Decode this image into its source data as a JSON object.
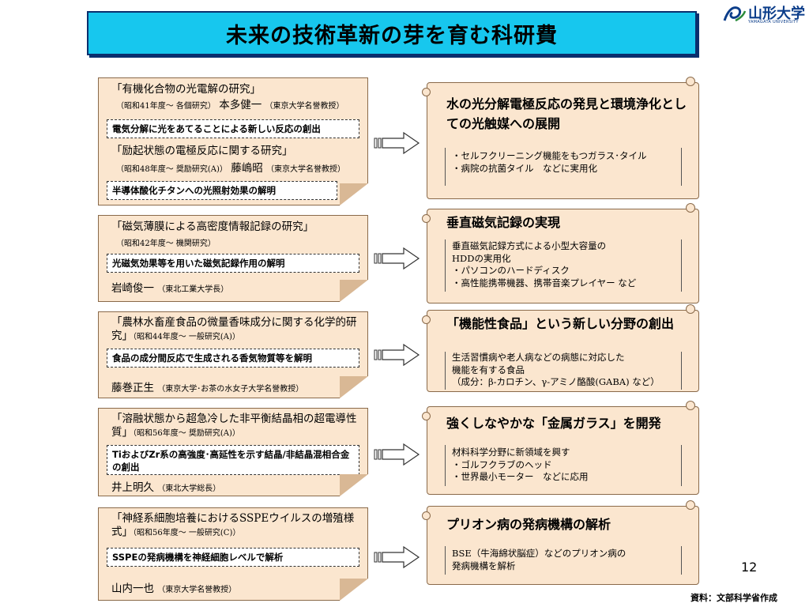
{
  "title": "未来の技術革新の芽を育む科研費",
  "logo": {
    "name": "山形大学",
    "subname": "YAMAGATA UNIVERSITY"
  },
  "page_number": "12",
  "source": "資料：文部科学省作成",
  "rows": [
    {
      "left": {
        "title1": "「有機化合物の光電解の研究」",
        "meta1a": "（昭和41年度～ 各個研究）",
        "person1": "本多健一",
        "affil1": "（東京大学名誉教授）",
        "highlight1": "電気分解に光をあてることによる新しい反応の創出",
        "title2": "「励起状態の電極反応に関する研究」",
        "meta2a": "（昭和48年度～ 奨励研究(A)）",
        "person2": "藤嶋昭",
        "affil2": "（東京大学名誉教授）",
        "highlight2": "半導体酸化チタンへの光照射効果の解明"
      },
      "right": {
        "heading": "水の光分解電極反応の発見と環境浄化としての光触媒への展開",
        "desc": [
          "・セルフクリーニング機能をもつガラス･タイル",
          "・病院の抗菌タイル　などに実用化"
        ]
      }
    },
    {
      "left": {
        "title1": "「磁気薄膜による高密度情報記録の研究」",
        "meta1a": "（昭和42年度～ 機関研究）",
        "highlight1": "光磁気効果等を用いた磁気記録作用の解明",
        "person1": "岩崎俊一",
        "affil1": "（東北工業大学長）"
      },
      "right": {
        "heading": "垂直磁気記録の実現",
        "desc": [
          "垂直磁気記録方式による小型大容量の",
          "HDDの実用化",
          "・パソコンのハードディスク",
          "・高性能携帯機器、携帯音楽プレイヤー など"
        ]
      }
    },
    {
      "left": {
        "title1": "「農林水畜産食品の微量香味成分に関する化学的研究」",
        "meta1a": "（昭和44年度～ 一般研究(A)）",
        "highlight1": "食品の成分間反応で生成される香気物質等を解明",
        "person1": "藤巻正生",
        "affil1": "（東京大学･お茶の水女子大学名誉教授）"
      },
      "right": {
        "heading": "「機能性食品」という新しい分野の創出",
        "desc": [
          "生活習慣病や老人病などの病態に対応した",
          "機能を有する食品",
          "（成分：β-カロチン、γ-アミノ酪酸(GABA) など）"
        ]
      }
    },
    {
      "left": {
        "title1": "「溶融状態から超急冷した非平衡結晶相の超電導性質」",
        "meta1a": "（昭和56年度～ 奨励研究(A)）",
        "highlight1": "TiおよびZr系の高強度･高延性を示す結晶/非結晶混相合金の創出",
        "person1": "井上明久",
        "affil1": "（東北大学総長）"
      },
      "right": {
        "heading": "強くしなやかな「金属ガラス」を開発",
        "desc": [
          "材料科学分野に新領域を興す",
          "・ゴルフクラブのヘッド",
          "・世界最小モーター　などに応用"
        ]
      }
    },
    {
      "left": {
        "title1": "「神経系細胞培養におけるSSPEウイルスの増殖様式」",
        "meta1a": "（昭和56年度～ 一般研究(C)）",
        "highlight1": "SSPEの発病機構を神経細胞レベルで解析",
        "person1": "山内一也",
        "affil1": "（東京大学名誉教授）"
      },
      "right": {
        "heading": "プリオン病の発病機構の解析",
        "desc": [
          "BSE（牛海綿状脳症）などのプリオン病の",
          "発病機構を解析"
        ]
      }
    }
  ]
}
